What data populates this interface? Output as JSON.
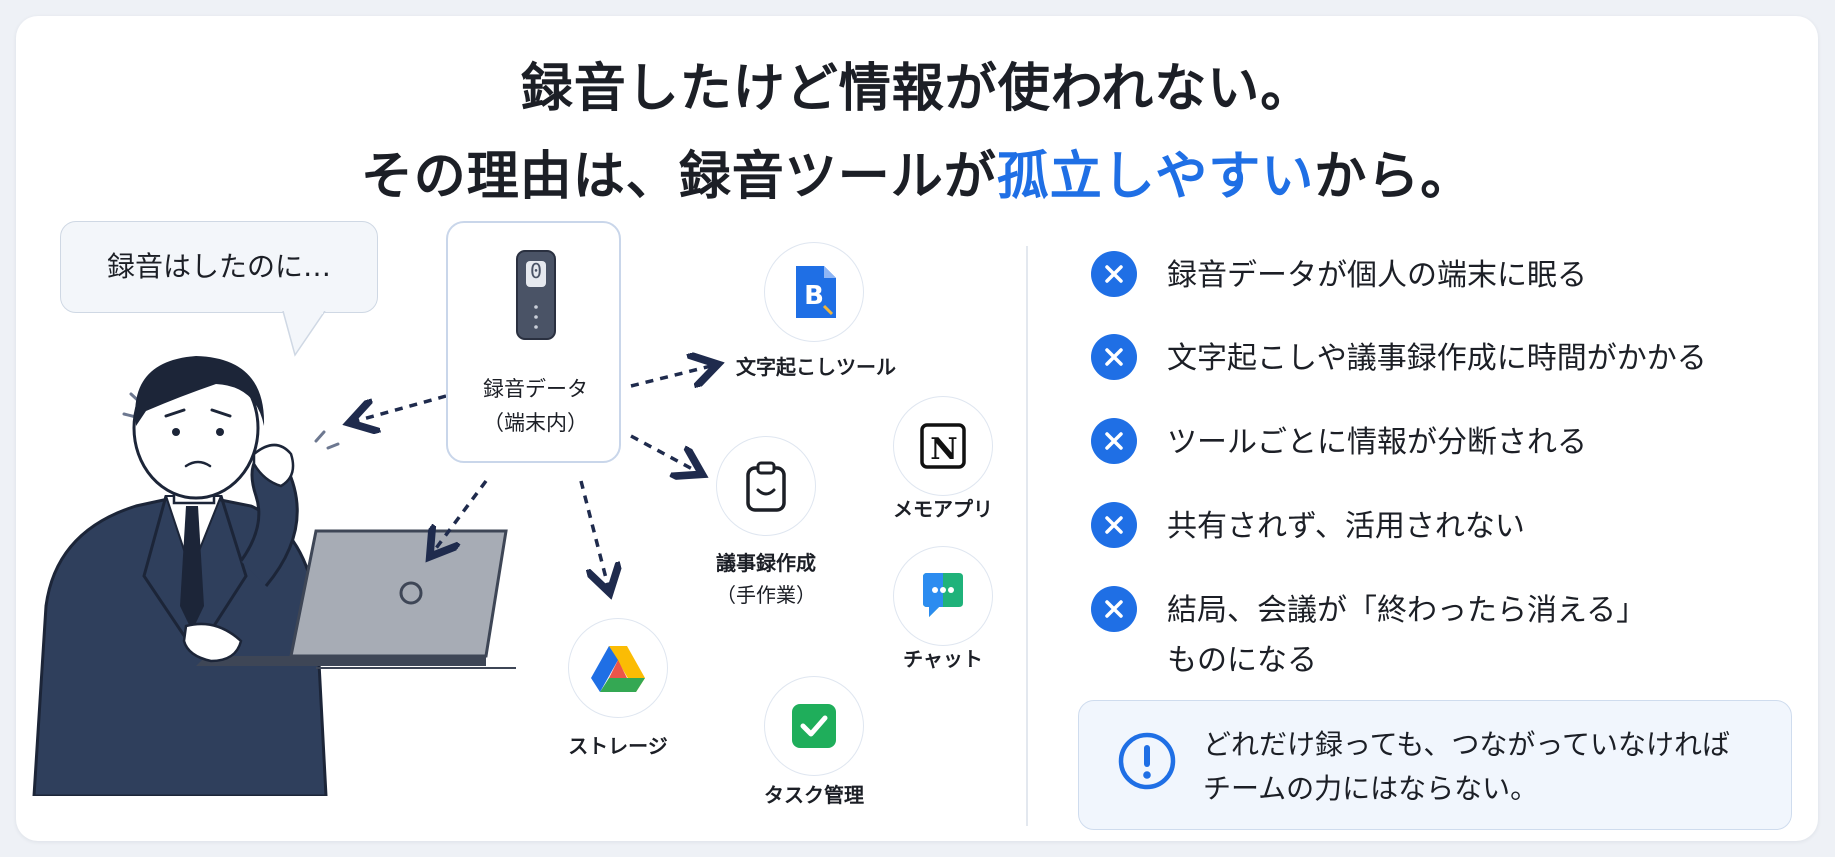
{
  "headline": {
    "line1": "録音したけど情報が使われない。",
    "line2_prefix": "その理由は、録音ツールが",
    "line2_accent": "孤立しやすい",
    "line2_suffix": "から。"
  },
  "speech_bubble": "録音はしたのに…",
  "source": {
    "device_display": "0",
    "label_line1": "録音データ",
    "label_line2": "（端末内）"
  },
  "tools": [
    {
      "label": "文字起こしツール",
      "icon": "document-b-icon"
    },
    {
      "label_line1": "議事録作成",
      "label_line2": "（手作業）",
      "icon": "clipboard-icon"
    },
    {
      "label": "メモアプリ",
      "icon": "notion-icon"
    },
    {
      "label": "チャット",
      "icon": "chat-icon"
    },
    {
      "label": "ストレージ",
      "icon": "drive-icon"
    },
    {
      "label": "タスク管理",
      "icon": "check-icon"
    }
  ],
  "issues": [
    {
      "text": "録音データが個人の端末に眠る"
    },
    {
      "text": "文字起こしや議事録作成に時間がかかる"
    },
    {
      "text": "ツールごとに情報が分断される"
    },
    {
      "text": "共有されず、活用されない"
    },
    {
      "text_line1": "結局、会議が「終わったら消える」",
      "text_line2": "ものになる"
    }
  ],
  "conclusion": {
    "line1": "どれだけ録っても、つながっていなければ",
    "line2": "チームの力にはならない。"
  },
  "colors": {
    "accent": "#1f6fe5",
    "suit": "#2f3f5c",
    "laptop": "#a7acb5",
    "background": "#ffffff"
  }
}
